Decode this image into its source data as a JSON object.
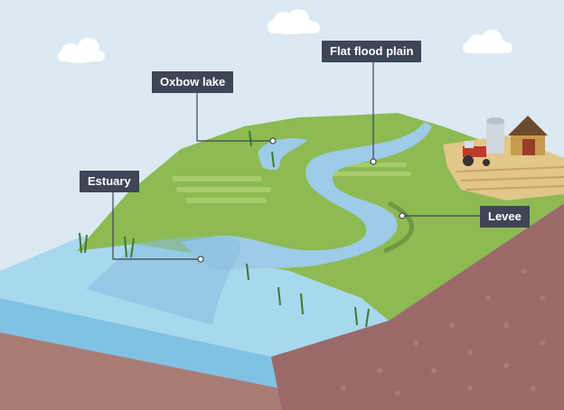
{
  "labels": {
    "oxbow": "Oxbow lake",
    "flood_plain": "Flat flood plain",
    "estuary": "Estuary",
    "levee": "Levee"
  },
  "colors": {
    "sky": "#dce9f2",
    "grass": "#8dba52",
    "grass_light": "#a7cc6a",
    "water": "#9dcbe8",
    "water_deep": "#86bde0",
    "sea": "#a8d8ee",
    "rock": "#9a6a6a",
    "label_bg": "#3d4556"
  }
}
